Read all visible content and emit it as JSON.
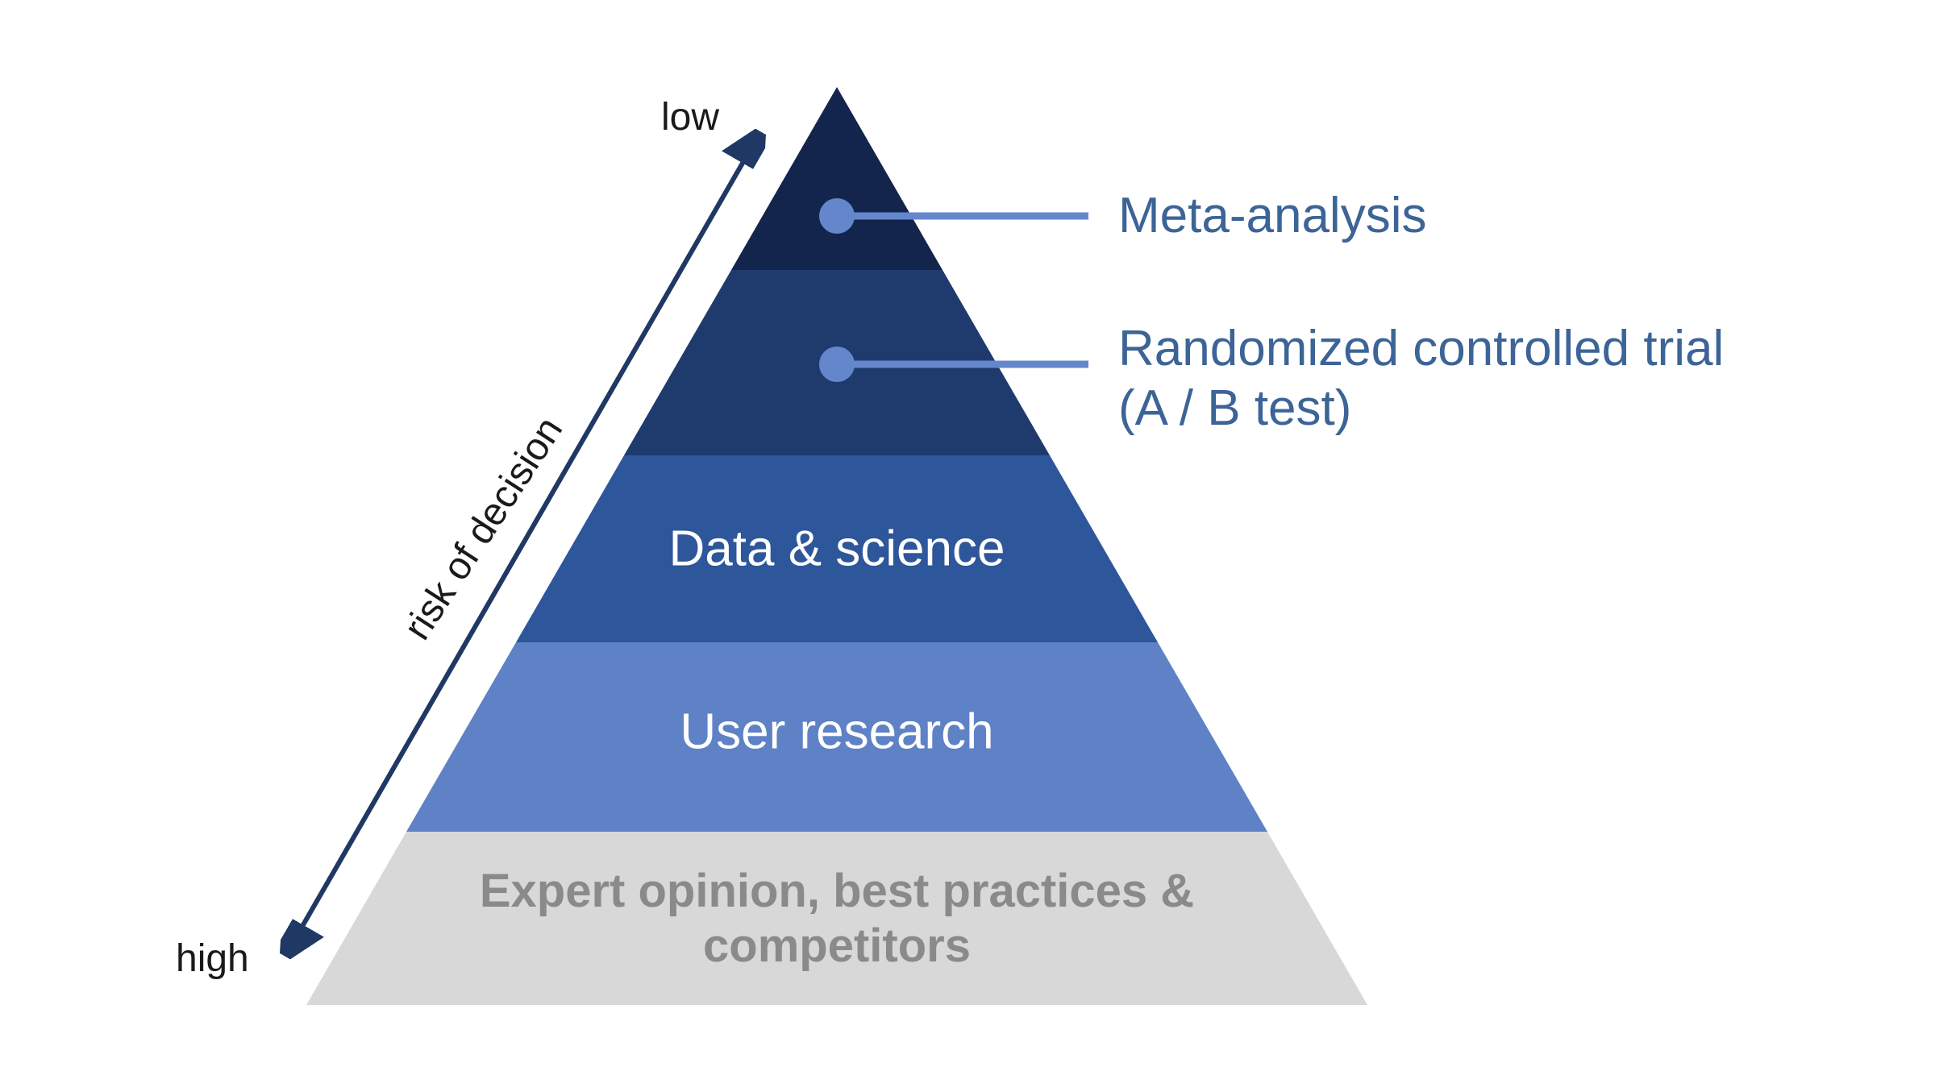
{
  "diagram": {
    "type": "pyramid-hierarchy",
    "axis": {
      "low_label": "low",
      "high_label": "high",
      "title": "risk of decision"
    },
    "callouts": [
      {
        "target": "meta-analysis",
        "line1": "Meta-analysis"
      },
      {
        "target": "randomized-controlled-trial",
        "line1": "Randomized controlled trial",
        "line2": "(A / B test)"
      }
    ],
    "levels": [
      {
        "name": "meta-analysis",
        "label": "",
        "color": "#13244D"
      },
      {
        "name": "randomized-controlled-trial",
        "label": "",
        "color": "#1F3B6E"
      },
      {
        "name": "data-science",
        "label": "Data & science",
        "color": "#2E569B",
        "label_color": "#FFFFFF"
      },
      {
        "name": "user-research",
        "label": "User research",
        "color": "#5F82C6",
        "label_color": "#FFFFFF"
      },
      {
        "name": "expert-opinion",
        "label_line1": "Expert opinion, best practices &",
        "label_line2": "competitors",
        "color": "#D8D8D8",
        "label_color": "#8A8A8C"
      }
    ]
  },
  "colors": {
    "background": "#FFFFFF",
    "axis_arrow": "#1F3864",
    "callout_text": "#3C6497",
    "connector": "#6487CC",
    "axis_text": "#1A1A1A"
  }
}
